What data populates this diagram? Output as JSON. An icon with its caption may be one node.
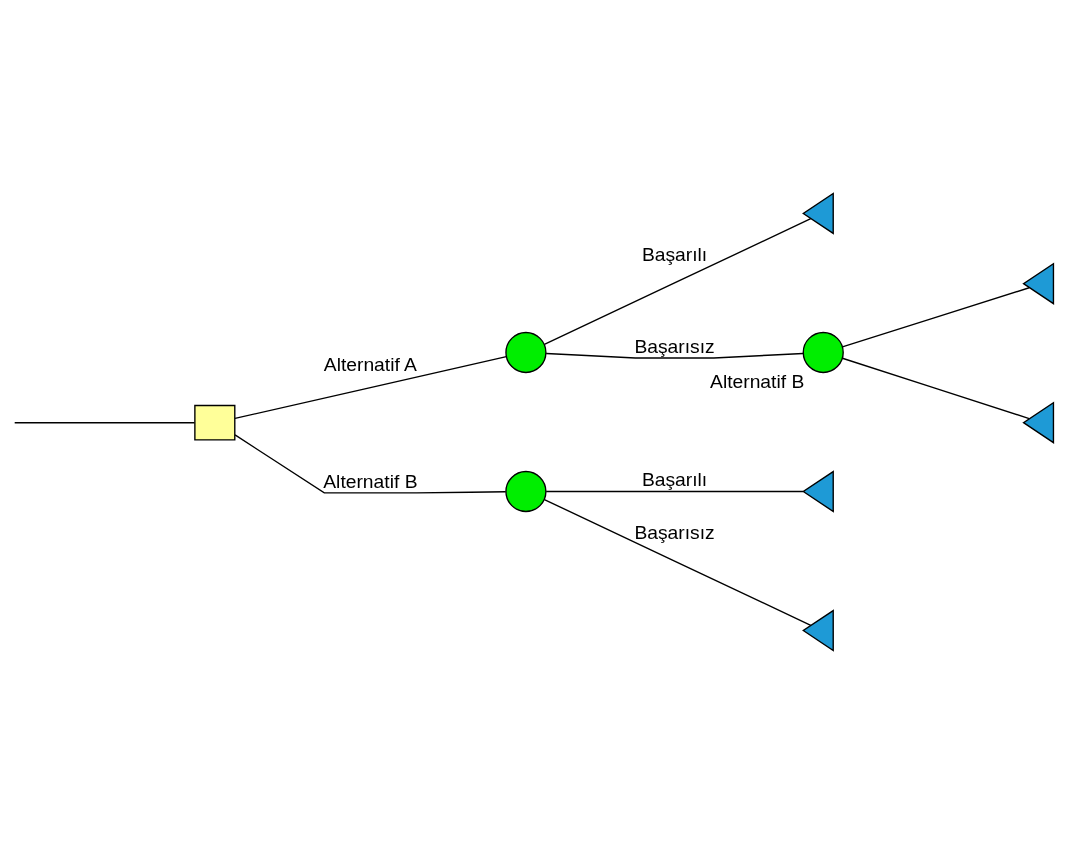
{
  "diagram": {
    "nodes": [
      {
        "text": [],
        "shape": "box"
      },
      {
        "text": [],
        "shape": "circle"
      },
      {
        "text": [],
        "shape": "circle",
        "beside": [
          "Alternatif B"
        ]
      },
      {
        "text": [],
        "shape": "circle"
      },
      {
        "text": [],
        "shape": "triangle"
      },
      {
        "text": [],
        "shape": "triangle"
      },
      {
        "text": [],
        "shape": "triangle"
      },
      {
        "text": [],
        "shape": "triangle"
      },
      {
        "text": [],
        "shape": "triangle"
      }
    ],
    "edges": [
      {
        "from": null,
        "to": 0,
        "arrow": "none"
      },
      {
        "from": 0,
        "to": 1,
        "arrow": "none",
        "label": "Alternatif A"
      },
      {
        "from": 0,
        "to": 3,
        "arrow": "none",
        "label": "Alternatif B"
      },
      {
        "from": 1,
        "to": 4,
        "arrow": "none",
        "label": "Başarılı"
      },
      {
        "from": 1,
        "to": 2,
        "arrow": "none",
        "label": "Başarısız"
      },
      {
        "from": 2,
        "to": 5,
        "arrow": "none"
      },
      {
        "from": 2,
        "to": 6,
        "arrow": "none"
      },
      {
        "from": 3,
        "to": 7,
        "arrow": "none",
        "label": "Başarılı"
      },
      {
        "from": 3,
        "to": 8,
        "arrow": "none",
        "label": "Başarısız"
      }
    ]
  }
}
